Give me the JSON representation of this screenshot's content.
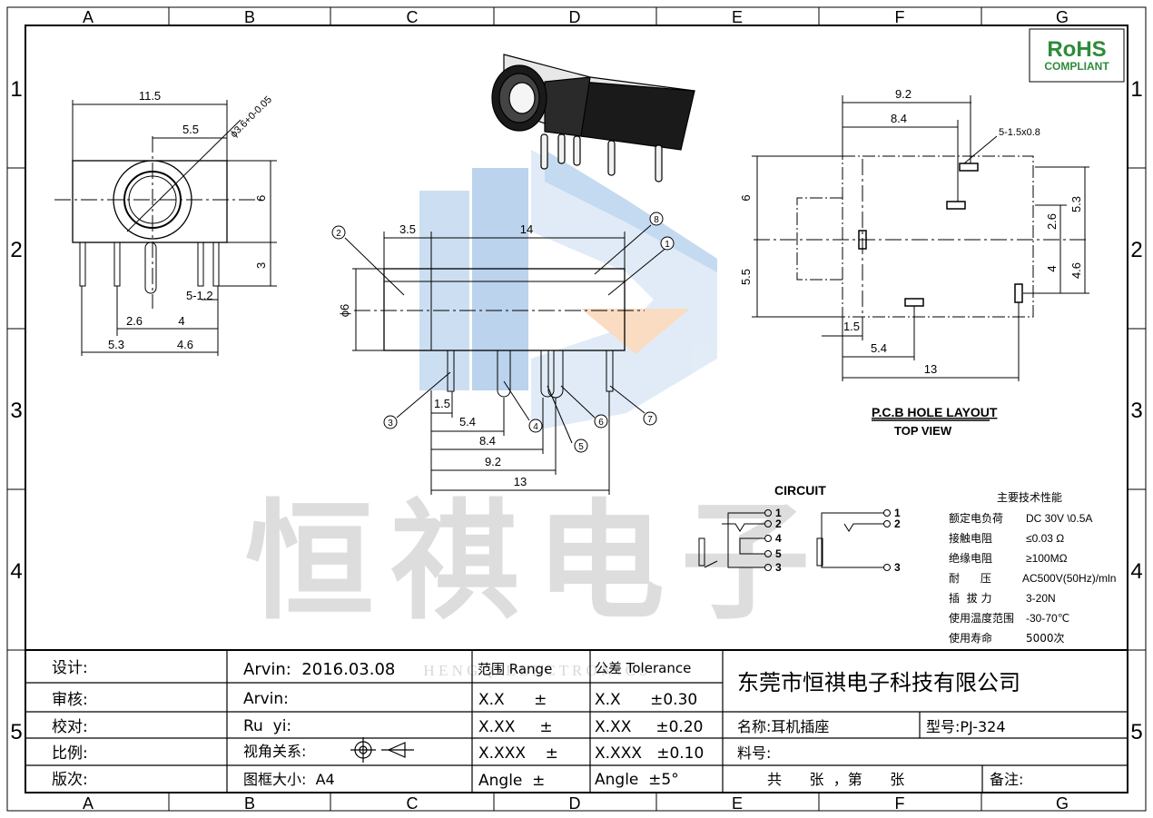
{
  "grid": {
    "columns": [
      "A",
      "B",
      "C",
      "D",
      "E",
      "F",
      "G"
    ],
    "rows": [
      "1",
      "2",
      "3",
      "4",
      "5"
    ]
  },
  "rohs": {
    "line1": "RoHS",
    "line2": "COMPLIANT"
  },
  "watermark": {
    "text": "恒祺电子",
    "subtext": "H E N G   Q I   E L E C T R O N I C S"
  },
  "side_view": {
    "dims": [
      "11.5",
      "5.5",
      "ϕ3.6+0-0.05",
      "6",
      "3",
      "5-1.2",
      "2.6",
      "4",
      "5.3",
      "4.6"
    ]
  },
  "front_view": {
    "dims": [
      "3.5",
      "14",
      "ϕ6",
      "1.5",
      "5.4",
      "8.4",
      "9.2",
      "13"
    ],
    "callouts": [
      "1",
      "2",
      "3",
      "4",
      "5",
      "6",
      "7",
      "8"
    ]
  },
  "pcb_layout": {
    "dims": [
      "9.2",
      "8.4",
      "5-1.5x0.8",
      "6",
      "5.5",
      "5.3",
      "2.6",
      "4",
      "4.6",
      "1.5",
      "5.4",
      "13"
    ],
    "title": "P.C.B HOLE LAYOUT",
    "subtitle": "TOP VIEW"
  },
  "circuit": {
    "title": "CIRCUIT",
    "left_pins": [
      "1",
      "2",
      "4",
      "5",
      "3"
    ],
    "right_pins": [
      "1",
      "2",
      "3"
    ]
  },
  "specs": {
    "title": "主要技术性能",
    "rows": [
      {
        "label": "额定电负荷",
        "value": "DC 30V \\0.5A"
      },
      {
        "label": "接触电阻",
        "value": "≤0.03  Ω"
      },
      {
        "label": "绝缘电阻",
        "value": "≥100MΩ"
      },
      {
        "label": "耐      压",
        "value": "AC500V(50Hz)/mln"
      },
      {
        "label": "插  拔 力",
        "value": "3-20N"
      },
      {
        "label": "使用温度范围",
        "value": "-30-70℃"
      },
      {
        "label": "使用寿命",
        "value": "5000次"
      }
    ]
  },
  "title_block": {
    "labels": [
      "设计:",
      "审核:",
      "校对:",
      "比例:",
      "版次:"
    ],
    "values": [
      "Arvin:  2016.03.08",
      "Arvin:",
      "Ru  yi:",
      "视角关系:",
      "图框大小:  A4"
    ],
    "range_header": "范围 Range",
    "tolerance_header": "公差 Tolerance",
    "range_rows": [
      "X.X      ±",
      "X.XX     ±",
      "X.XXX    ±",
      "Angle  ±"
    ],
    "tolerance_rows": [
      "X.X      ±0.30",
      "X.XX     ±0.20",
      "X.XXX   ±0.10",
      "Angle  ±5°"
    ],
    "company": "东莞市恒祺电子科技有限公司",
    "name": "名称:耳机插座",
    "model": "型号:PJ-324",
    "part_no": "料号:",
    "sheets": "共      张  ，第      张",
    "remark": "备注:"
  }
}
